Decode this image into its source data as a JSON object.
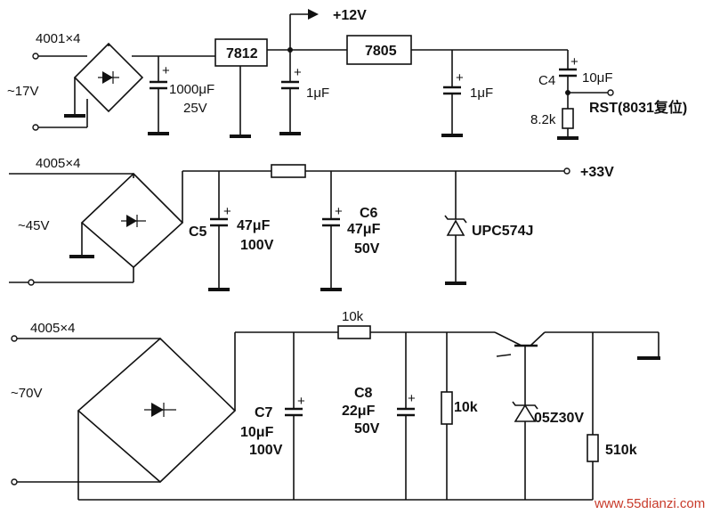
{
  "supply1": {
    "bridge_label": "4001×4",
    "input_label": "~17V",
    "filter_cap": {
      "value": "1000μF",
      "voltage": "25V"
    },
    "regulator_12": "7812",
    "output_12v": "+12V",
    "cap_mid": "1μF",
    "regulator_5": "7805",
    "cap_out": "1μF",
    "c4": {
      "name": "C4",
      "value": "10μF"
    },
    "reset_resistor": "8.2k",
    "reset_output": "RST(8031复位)"
  },
  "supply2": {
    "bridge_label": "4005×4",
    "input_label": "~45V",
    "c5": {
      "name": "C5",
      "value": "47μF",
      "voltage": "100V"
    },
    "c6": {
      "name": "C6",
      "value": "47μF",
      "voltage": "50V"
    },
    "zener": "UPC574J",
    "output": "+33V"
  },
  "supply3": {
    "bridge_label": "4005×4",
    "input_label": "~70V",
    "c7": {
      "name": "C7",
      "value": "10μF",
      "voltage": "100V"
    },
    "series_resistor": "10k",
    "c8": {
      "name": "C8",
      "value": "22μF",
      "voltage": "50V"
    },
    "shunt_resistor": "10k",
    "zener": "05Z30V",
    "base_resistor": "510k"
  },
  "watermark": "www.55dianzi.com"
}
